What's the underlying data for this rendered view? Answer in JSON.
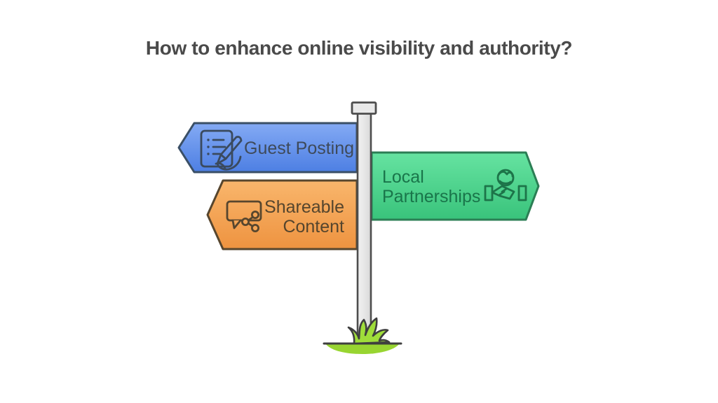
{
  "title": "How to enhance online visibility and authority?",
  "signpost": {
    "pole_color": "#e7e7e7",
    "pole_border": "#4d4d4d",
    "ground_color": "#98d531",
    "grass_color": "#9fdd3a",
    "ground_line_color": "#3f3f3f"
  },
  "signs": {
    "guest_posting": {
      "label": "Guest Posting",
      "direction": "left",
      "fill_top": "#84aaf4",
      "fill_bottom": "#4d7fe3",
      "border_color": "#3a4f66",
      "text_color": "#3e4a5a",
      "icon": "document-pen-icon"
    },
    "shareable_content": {
      "line1": "Shareable",
      "line2": "Content",
      "direction": "left",
      "fill_top": "#f9b66c",
      "fill_bottom": "#ee9340",
      "border_color": "#57462e",
      "text_color": "#55452d",
      "icon": "speech-bubble-share-icon"
    },
    "local_partnerships": {
      "line1": "Local",
      "line2": "Partnerships",
      "direction": "right",
      "fill_top": "#66e3a1",
      "fill_bottom": "#39c37b",
      "border_color": "#2b7e54",
      "text_color": "#19754a",
      "icon": "globe-handshake-icon"
    }
  }
}
